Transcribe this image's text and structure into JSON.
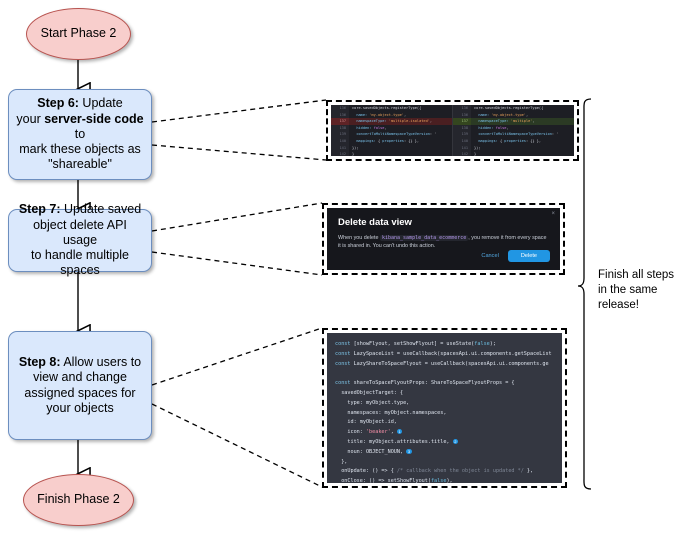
{
  "diagram": {
    "type": "flowchart",
    "title_note": "Phase 2 rollout flowchart",
    "nodes": [
      {
        "id": "start",
        "shape": "terminator",
        "label": "Start Phase 2"
      },
      {
        "id": "step6",
        "shape": "process",
        "label_line1_bold": "Step 6:",
        "label_line1_rest": " Update",
        "label_line2_pre": "your ",
        "label_line2_bold": "server-side code",
        "label_line2_post": " to",
        "label_line3": "mark these objects as",
        "label_line4": "\"shareable\""
      },
      {
        "id": "step7",
        "shape": "process",
        "label_line1_bold": "Step 7:",
        "label_line1_rest": " Update saved",
        "label_line2": "object delete API usage",
        "label_line3": "to handle multiple spaces"
      },
      {
        "id": "step8",
        "shape": "process",
        "label_line1_bold": "Step 8:",
        "label_line1_rest": " Allow users to",
        "label_line2": "view and change",
        "label_line3": "assigned spaces for",
        "label_line4": "your objects"
      },
      {
        "id": "finish",
        "shape": "terminator",
        "label": "Finish Phase 2"
      }
    ],
    "annotation": "Finish all steps\nin the same\nrelease!",
    "colors": {
      "terminator_fill": "#f8cecc",
      "terminator_stroke": "#b85450",
      "process_fill": "#dae8fc",
      "process_stroke": "#6c8ebf",
      "connector": "#000000",
      "callout_border": "#000000"
    }
  },
  "callout_code_diff": {
    "name": "register-type-diff",
    "left_pane": {
      "lines": [
        {
          "num": "136",
          "type": "ctx",
          "tokens": [
            [
              "fn",
              "core.savedObjects.registerType"
            ],
            [
              "p",
              "({"
            ]
          ]
        },
        {
          "num": "136",
          "type": "ctx",
          "tokens": [
            [
              "k",
              "  name: "
            ],
            [
              "s",
              "'my-object-type'"
            ],
            [
              "p",
              ","
            ]
          ]
        },
        {
          "num": "137",
          "type": "del",
          "tokens": [
            [
              "k",
              "  namespaceType: "
            ],
            [
              "s",
              "'multiple-isolated'"
            ],
            [
              "p",
              ","
            ]
          ]
        },
        {
          "num": "138",
          "type": "ctx",
          "tokens": [
            [
              "k",
              "  hidden: "
            ],
            [
              "v",
              "false"
            ],
            [
              "p",
              ","
            ]
          ]
        },
        {
          "num": "139",
          "type": "ctx",
          "tokens": [
            [
              "k",
              "  convertToMultiNamespaceTypeVersion"
            ],
            [
              "p",
              ": '"
            ]
          ]
        },
        {
          "num": "140",
          "type": "ctx",
          "tokens": [
            [
              "k",
              "  mappings: "
            ],
            [
              "p",
              "{ "
            ],
            [
              "k",
              "properties"
            ],
            [
              "p",
              ": {} },"
            ]
          ]
        },
        {
          "num": "141",
          "type": "ctx",
          "tokens": [
            [
              "p",
              "});"
            ]
          ]
        },
        {
          "num": "142",
          "type": "ctx",
          "tokens": [
            [
              "p",
              "}"
            ]
          ]
        }
      ]
    },
    "right_pane": {
      "lines": [
        {
          "num": "136",
          "type": "ctx",
          "tokens": [
            [
              "fn",
              "core.savedObjects.registerType"
            ],
            [
              "p",
              "({"
            ]
          ]
        },
        {
          "num": "136",
          "type": "ctx",
          "tokens": [
            [
              "k",
              "  name: "
            ],
            [
              "s",
              "'my-object-type'"
            ],
            [
              "p",
              ","
            ]
          ]
        },
        {
          "num": "137",
          "type": "add",
          "tokens": [
            [
              "k",
              "  namespaceType: "
            ],
            [
              "s",
              "'multiple'"
            ],
            [
              "p",
              ","
            ]
          ]
        },
        {
          "num": "138",
          "type": "ctx",
          "tokens": [
            [
              "k",
              "  hidden: "
            ],
            [
              "v",
              "false"
            ],
            [
              "p",
              ","
            ]
          ]
        },
        {
          "num": "139",
          "type": "ctx",
          "tokens": [
            [
              "k",
              "  convertToMultiNamespaceTypeVersion"
            ],
            [
              "p",
              ": '"
            ]
          ]
        },
        {
          "num": "140",
          "type": "ctx",
          "tokens": [
            [
              "k",
              "  mappings: "
            ],
            [
              "p",
              "{ "
            ],
            [
              "k",
              "properties"
            ],
            [
              "p",
              ": {} },"
            ]
          ]
        },
        {
          "num": "141",
          "type": "ctx",
          "tokens": [
            [
              "p",
              "});"
            ]
          ]
        },
        {
          "num": "142",
          "type": "ctx",
          "tokens": [
            [
              "p",
              "}"
            ]
          ]
        }
      ]
    }
  },
  "callout_modal": {
    "name": "delete-data-view-modal",
    "title": "Delete data view",
    "body_pre": "When you delete",
    "body_code": "kibana_sample_data_ecommerce",
    "body_post": ", you remove it from every space it is shared in. You can't undo this action.",
    "cancel_label": "Cancel",
    "delete_label": "Delete",
    "close_icon": "×",
    "accent_color": "#2196e3"
  },
  "callout_code_block": {
    "name": "share-to-space-flyout-code",
    "lines": [
      [
        [
          "kw",
          "const "
        ],
        [
          "pl",
          "[showFlyout, setShowFlyout] = useState("
        ],
        [
          "lit",
          "false"
        ],
        [
          "pl",
          ");"
        ]
      ],
      [
        [
          "kw",
          "const "
        ],
        [
          "pl",
          "LazySpaceList = useCallback(spacesApi.ui.components.getSpaceList"
        ]
      ],
      [
        [
          "kw",
          "const "
        ],
        [
          "pl",
          "LazyShareToSpaceFlyout = useCallback(spacesApi.ui.components.ge"
        ]
      ],
      [
        [
          "pl",
          ""
        ]
      ],
      [
        [
          "kw",
          "const "
        ],
        [
          "pl",
          "shareToSpaceFlyoutProps: ShareToSpaceFlyoutProps = {"
        ]
      ],
      [
        [
          "pl",
          "  savedObjectTarget: {"
        ]
      ],
      [
        [
          "pl",
          "    type: myObject.type,"
        ]
      ],
      [
        [
          "pl",
          "    namespaces: myObject.namespaces,"
        ]
      ],
      [
        [
          "pl",
          "    id: myObject.id,"
        ]
      ],
      [
        [
          "pl",
          "    icon: "
        ],
        [
          "str",
          "'beaker'"
        ],
        [
          "pl",
          ", "
        ],
        [
          "badge",
          "1"
        ]
      ],
      [
        [
          "pl",
          "    title: myObject.attributes.title, "
        ],
        [
          "badge",
          "2"
        ]
      ],
      [
        [
          "pl",
          "    noun: OBJECT_NOUN, "
        ],
        [
          "badge",
          "3"
        ]
      ],
      [
        [
          "pl",
          "  },"
        ]
      ],
      [
        [
          "pl",
          "  onUpdate: () => { "
        ],
        [
          "cm",
          "/* callback when the object is updated */"
        ],
        [
          "pl",
          " },"
        ]
      ],
      [
        [
          "pl",
          "  onClose: () => setShowFlyout("
        ],
        [
          "lit",
          "false"
        ],
        [
          "pl",
          "),"
        ]
      ],
      [
        [
          "pl",
          "};"
        ]
      ]
    ]
  }
}
